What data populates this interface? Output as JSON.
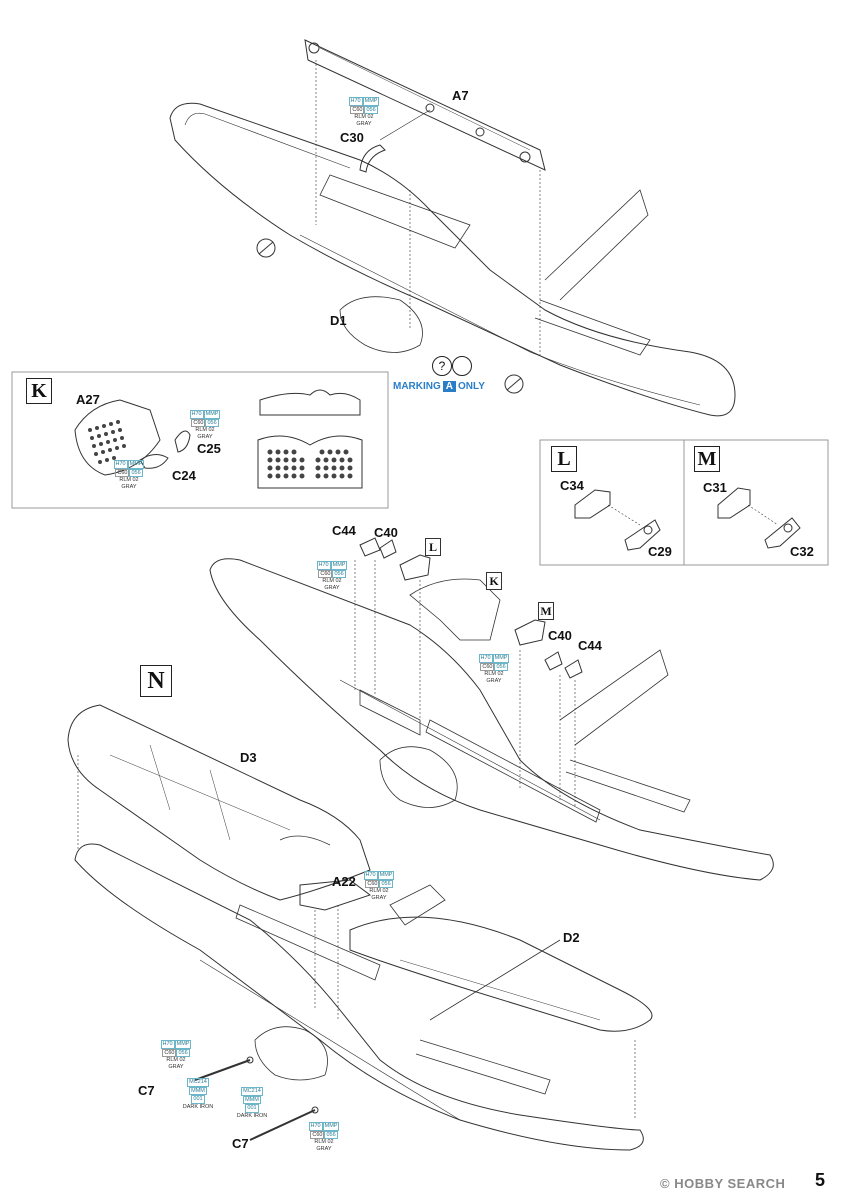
{
  "page_number": "5",
  "watermark": "© HOBBY SEARCH",
  "marking_note": {
    "prefix": "MARKING",
    "letter": "A",
    "suffix": "ONLY"
  },
  "help_icon": "?",
  "steps": {
    "K": "K",
    "L": "L",
    "M": "M",
    "N": "N"
  },
  "parts": {
    "A7": "A7",
    "C30": "C30",
    "D1": "D1",
    "A27": "A27",
    "C25": "C25",
    "C24": "C24",
    "C34": "C34",
    "C29": "C29",
    "C31": "C31",
    "C32": "C32",
    "C44a": "C44",
    "C40a": "C40",
    "C40b": "C40",
    "C44b": "C44",
    "D3": "D3",
    "A22": "A22",
    "D2": "D2",
    "C7a": "C7",
    "C7b": "C7"
  },
  "paint_gray": {
    "h": "H70",
    "m": "MMP",
    "c": "C60",
    "n": "056",
    "name1": "RLM 02",
    "name2": "GRAY"
  },
  "paint_iron": {
    "code": "MC214",
    "m": "MMM",
    "n": "001",
    "name": "DARK IRON"
  }
}
